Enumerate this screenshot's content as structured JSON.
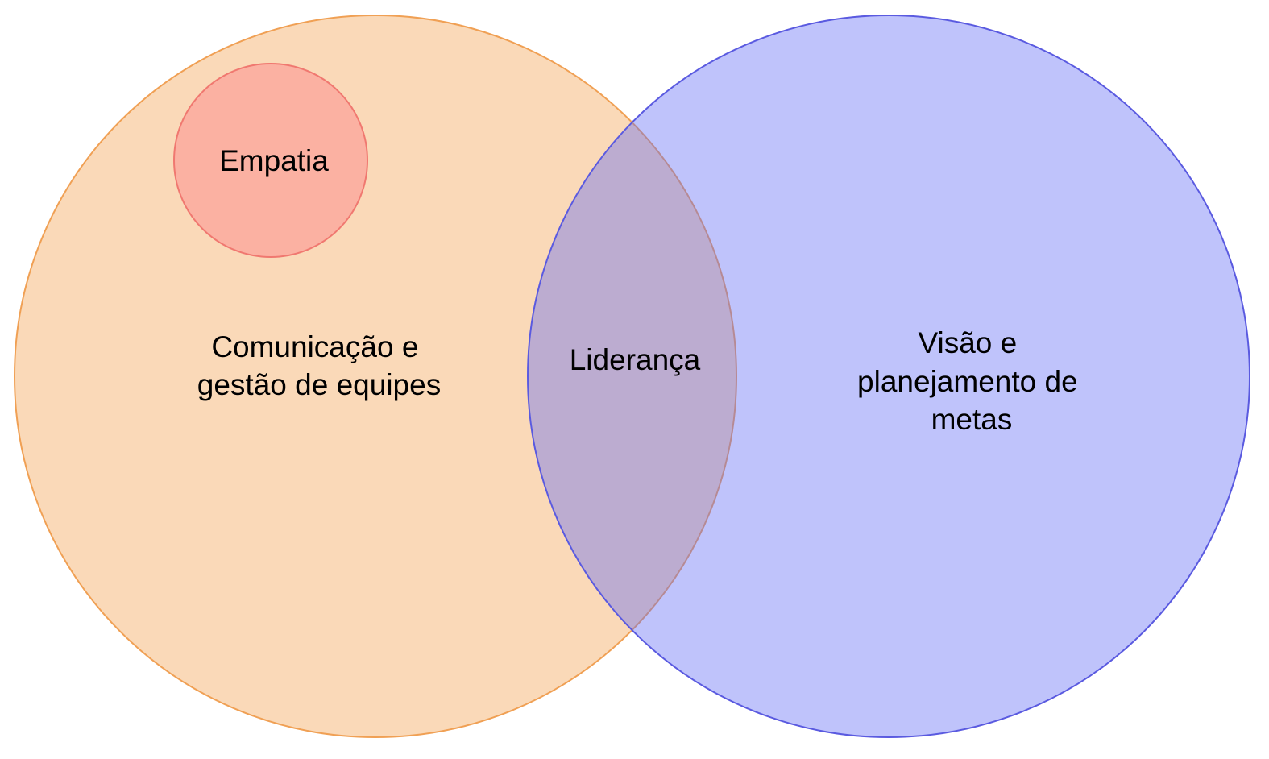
{
  "diagram": {
    "type": "venn",
    "sets": [
      {
        "id": "left",
        "label_lines": [
          "Comunicação e",
          "gestão de equipes"
        ],
        "fill": "#FAD9B8",
        "stroke": "#F0A054"
      },
      {
        "id": "right",
        "label_lines": [
          "Visão e",
          "planejamento de",
          "metas"
        ],
        "fill": "#5F69F5",
        "stroke": "#5A5AE0"
      },
      {
        "id": "inner",
        "parent": "left",
        "label": "Empatia",
        "fill": "#FBB1A2",
        "stroke": "#F07870"
      }
    ],
    "intersection": {
      "label": "Liderança"
    }
  }
}
